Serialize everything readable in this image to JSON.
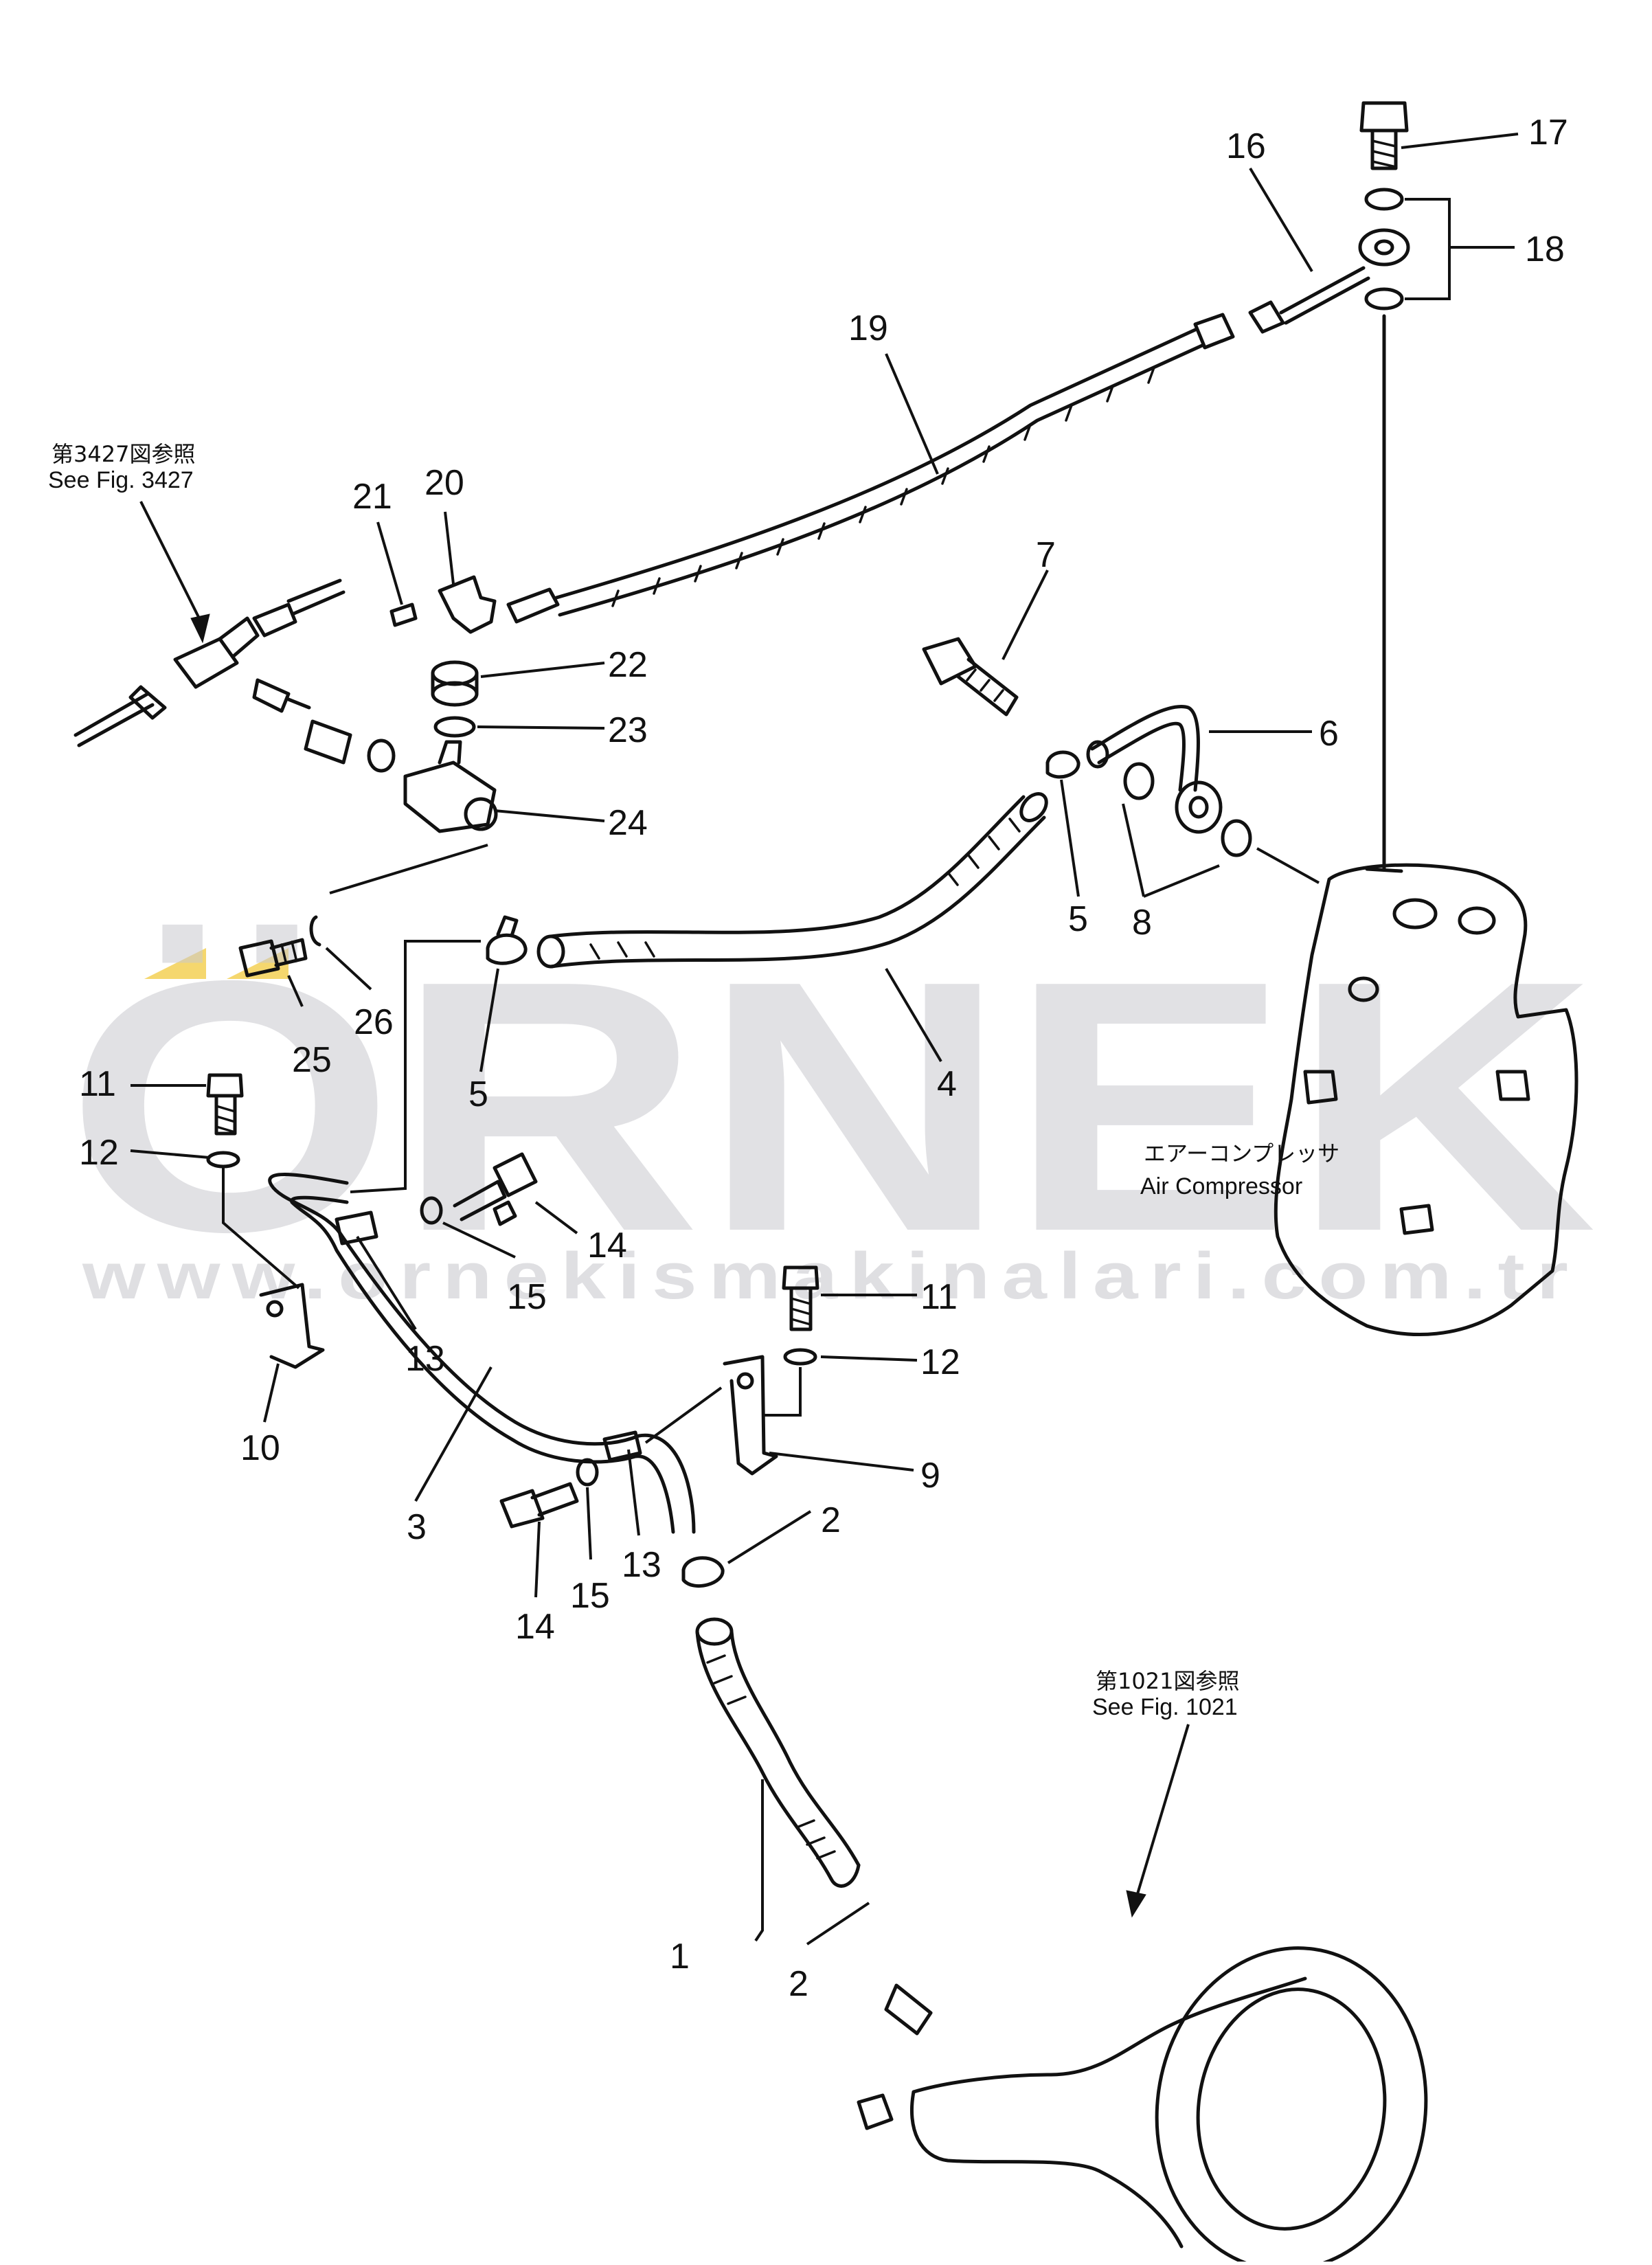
{
  "watermark": {
    "brand": "ÖRNEK",
    "url": "www.ornekismakinalari.com.tr",
    "accent": "#f5d76e",
    "grey": "#c9c9ce"
  },
  "references": {
    "top_left": {
      "jp": "第3427図参照",
      "en": "See Fig. 3427"
    },
    "bottom_right": {
      "jp": "第1021図参照",
      "en": "See Fig. 1021"
    }
  },
  "component_label": {
    "jp": "エアーコンプレッサ",
    "en": "Air Compressor"
  },
  "callouts": {
    "c1": "1",
    "c2a": "2",
    "c2b": "2",
    "c3": "3",
    "c4": "4",
    "c5a": "5",
    "c5b": "5",
    "c6": "6",
    "c7": "7",
    "c8": "8",
    "c9": "9",
    "c10": "10",
    "c11a": "11",
    "c11b": "11",
    "c12a": "12",
    "c12b": "12",
    "c13a": "13",
    "c13b": "13",
    "c14a": "14",
    "c14b": "14",
    "c15a": "15",
    "c15b": "15",
    "c16": "16",
    "c17": "17",
    "c18": "18",
    "c19": "19",
    "c20": "20",
    "c21": "21",
    "c22": "22",
    "c23": "23",
    "c24": "24",
    "c25": "25",
    "c26": "26"
  }
}
